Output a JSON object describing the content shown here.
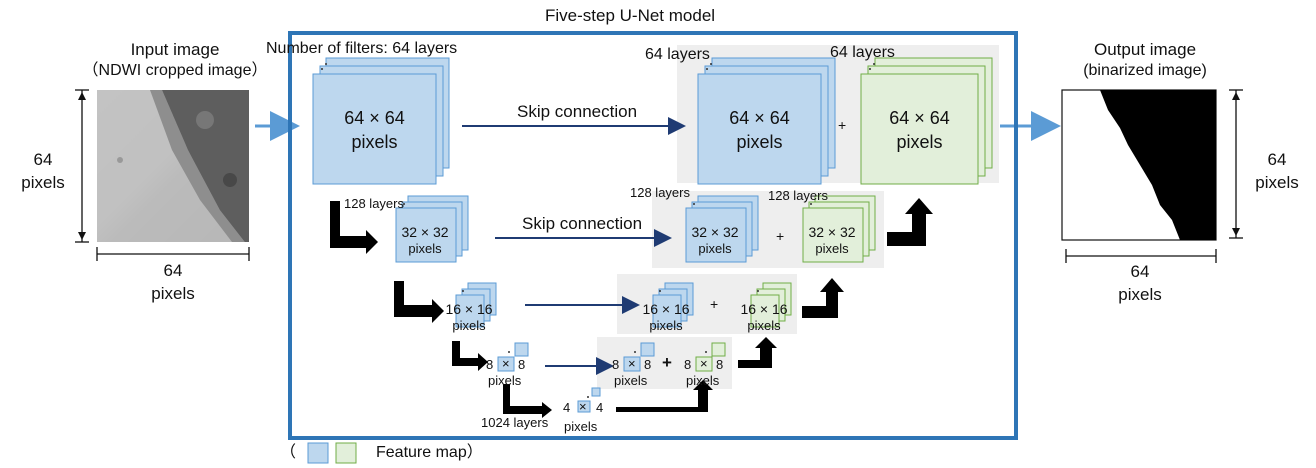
{
  "title": "Five-step U-Net model",
  "input": {
    "title_line1": "Input image",
    "title_line2": "（NDWI cropped image）",
    "height_label_value": "64",
    "height_label_unit": "pixels",
    "width_label_value": "64",
    "width_label_unit": "pixels"
  },
  "output": {
    "title_line1": "Output image",
    "title_line2": "(binarized image)",
    "height_label_value": "64",
    "height_label_unit": "pixels",
    "width_label_value": "64",
    "width_label_unit": "pixels"
  },
  "filters_label": "Number of filters: 64 layers",
  "skip_connection_label": "Skip connection",
  "plus": "+",
  "levels": [
    {
      "line1": "64 × 64",
      "line2": "pixels",
      "layers_left": "",
      "layers_right_blue": "64 layers",
      "layers_right_green": "64 layers"
    },
    {
      "line1": "32 × 32",
      "line2": "pixels",
      "layers_left": "128 layers",
      "layers_right_blue": "128 layers",
      "layers_right_green": "128 layers"
    },
    {
      "line1": "16 × 16",
      "line2": "pixels"
    },
    {
      "line1_a": "8",
      "line1_b": "8",
      "line2": "pixels"
    },
    {
      "line1_a": "4",
      "line1_b": "4",
      "line2": "pixels",
      "layers_left": "1024 layers"
    }
  ],
  "legend": {
    "open": "（",
    "label": "Feature map）"
  },
  "colors": {
    "frame": "#2e75b6",
    "arrow_blue": "#5b9bd5",
    "dark_arrow": "#1f3b73",
    "blue_fill": "#bdd7ee",
    "blue_stroke": "#5b9bd5",
    "green_fill": "#e2efda",
    "green_stroke": "#70ad47",
    "panel": "#eeeeee"
  }
}
